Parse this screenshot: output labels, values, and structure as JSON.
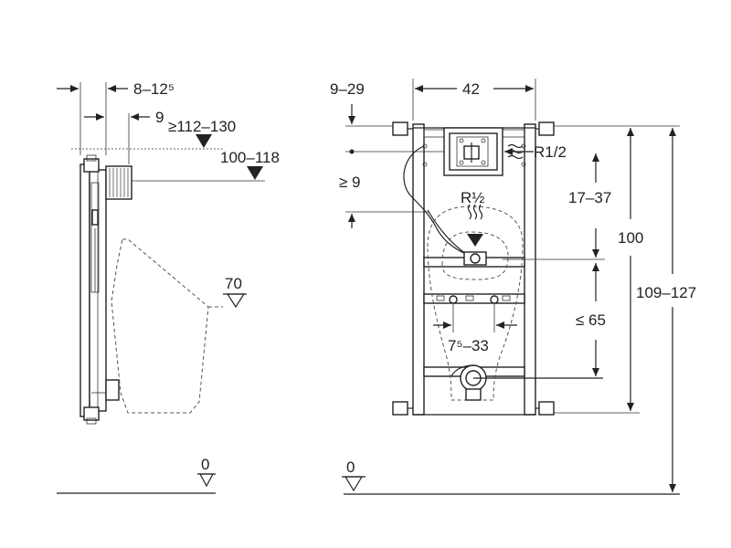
{
  "side_view": {
    "dim_8_12": "8–12⁵",
    "dim_9": "9",
    "dim_112_130": "≥112–130",
    "dim_100_118": "100–118",
    "dim_70": "70",
    "dim_0": "0"
  },
  "front_view": {
    "dim_9_29": "9–29",
    "dim_42": "42",
    "thread_r_half_top": "R1/2",
    "dim_ge9": "≥ 9",
    "thread_r_half": "R½",
    "dim_17_37": "17–37",
    "dim_100": "100",
    "dim_109_127": "109–127",
    "dim_le65": "≤ 65",
    "dim_75_33": "7⁵–33",
    "dim_0": "0"
  }
}
